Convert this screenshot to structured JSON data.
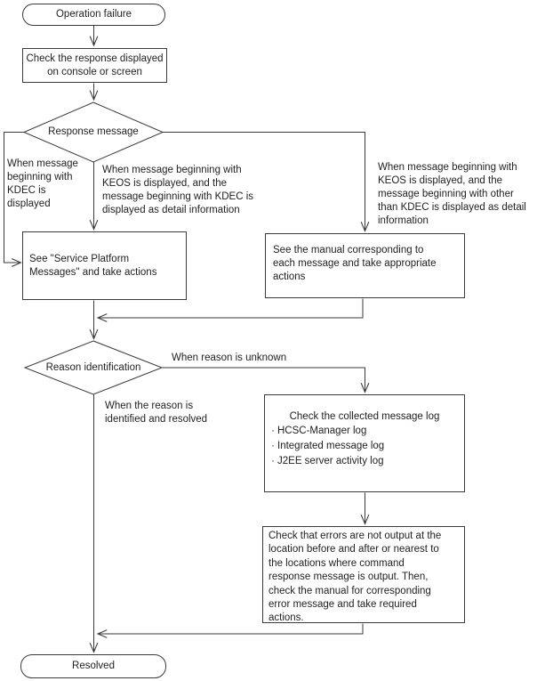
{
  "colors": {
    "line": "#3a3a3a",
    "text": "#222222",
    "background": "#ffffff"
  },
  "flow": {
    "start": "Operation failure",
    "check_response": "Check the response displayed\non console or screen",
    "decision_response": "Response message",
    "label_kdec": "When message\nbeginning with\nKDEC is\ndisplayed",
    "label_keos_kdec": "When message beginning with\nKEOS is displayed, and the\nmessage beginning with KDEC is\ndisplayed as detail information",
    "label_keos_other": "When message beginning with\nKEOS is displayed, and the\nmessage beginning with other\nthan KDEC is displayed as detail\ninformation",
    "action_service_platform": "See \"Service Platform\nMessages\" and take actions",
    "action_manual": "See the manual corresponding to\neach message and take appropriate\nactions",
    "decision_reason": "Reason identification",
    "label_unknown": "When reason is unknown",
    "label_identified": "When the reason is\nidentified and resolved",
    "action_log_title": "Check the collected message log",
    "log_bullet": "·",
    "action_log_items": [
      "HCSC-Manager log",
      "Integrated message log",
      "J2EE server activity log"
    ],
    "action_errors": "Check that errors are not output at the\nlocation before and after or nearest to\nthe locations where command\nresponse message is output. Then,\ncheck the manual for corresponding\nerror message and take required\nactions.",
    "end": "Resolved"
  }
}
